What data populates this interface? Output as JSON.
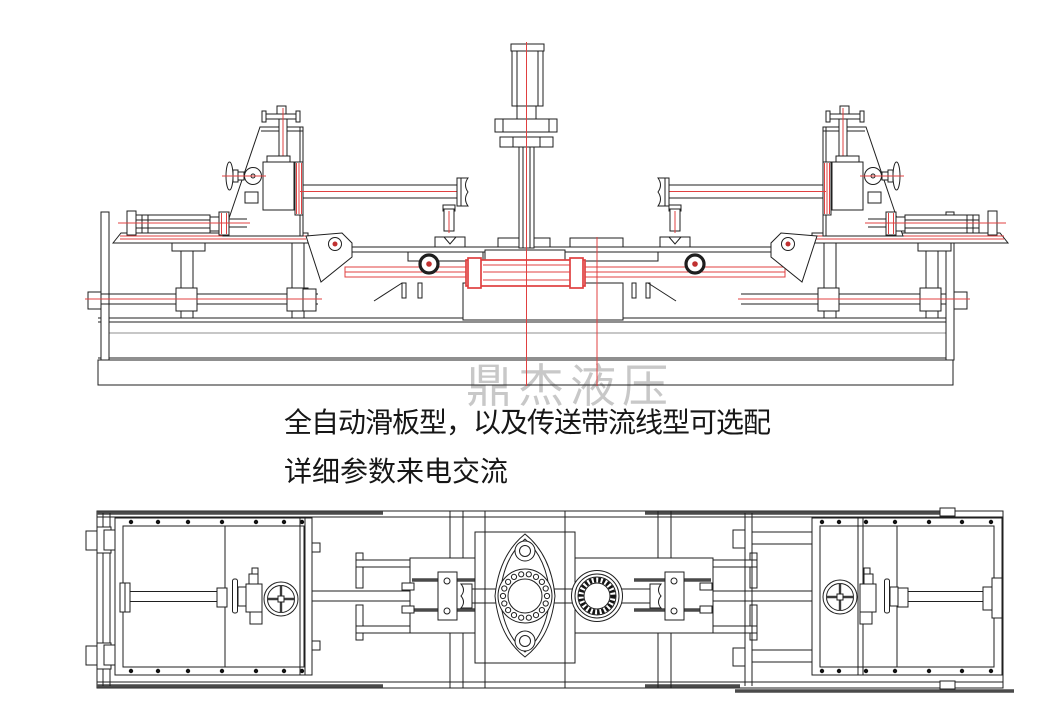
{
  "watermark": {
    "text": "鼎杰液压"
  },
  "caption": {
    "line1": "全自动滑板型，以及传送带流线型可选配",
    "line2": "详细参数来电交流"
  },
  "colors": {
    "line": "#1f1f1f",
    "accent_red": "#e04040",
    "watermark_gray": "#c8c8c8",
    "rail_gray": "#4a4a4a",
    "background": "#ffffff"
  }
}
